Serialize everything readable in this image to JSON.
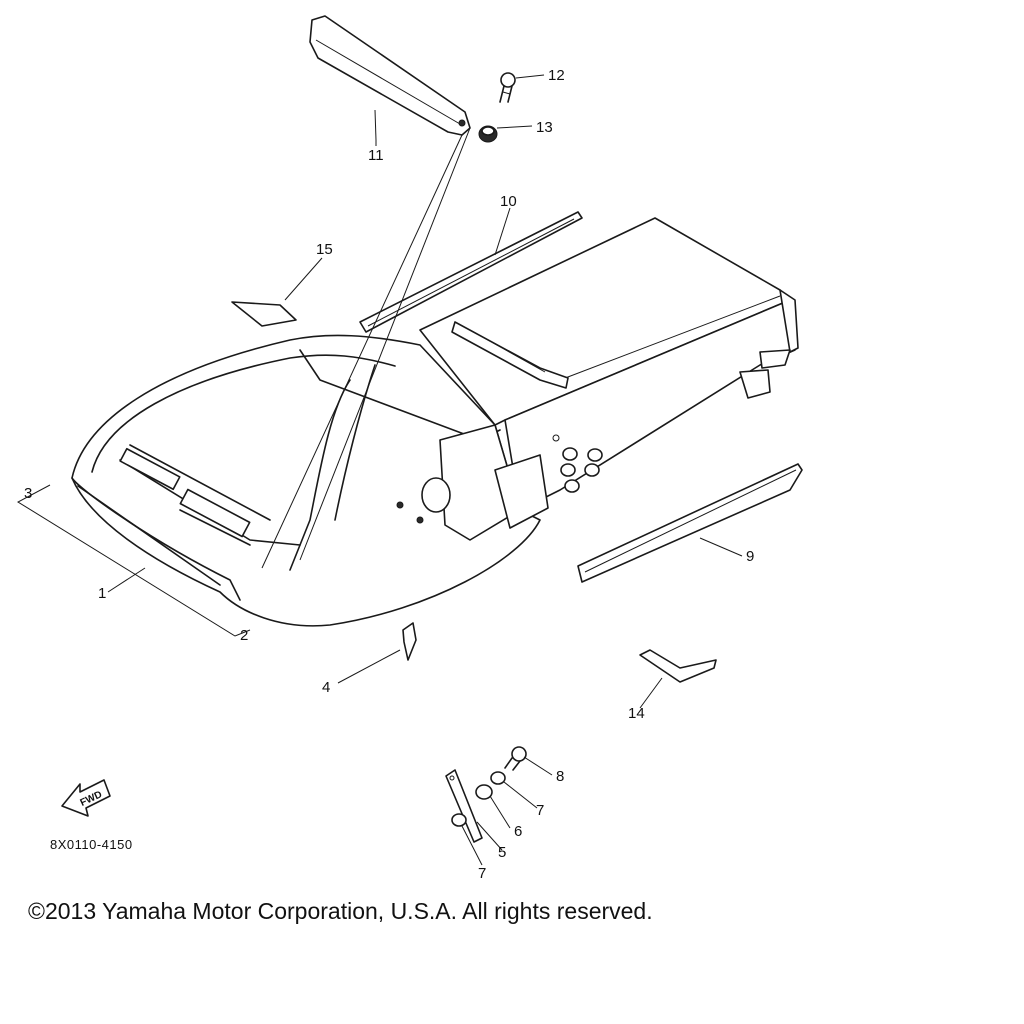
{
  "diagram": {
    "callouts": {
      "p1": "1",
      "p2": "2",
      "p3": "3",
      "p4": "4",
      "p5": "5",
      "p6": "6",
      "p7a": "7",
      "p7b": "7",
      "p8": "8",
      "p9": "9",
      "p10": "10",
      "p11": "11",
      "p12": "12",
      "p13": "13",
      "p14": "14",
      "p15": "15"
    },
    "fwd_label": "FWD",
    "drawing_id": "8X0110-4150"
  },
  "footer": {
    "copyright": "©2013 Yamaha Motor Corporation, U.S.A. All rights reserved."
  },
  "icons": [
    "fwd-arrow-icon"
  ]
}
